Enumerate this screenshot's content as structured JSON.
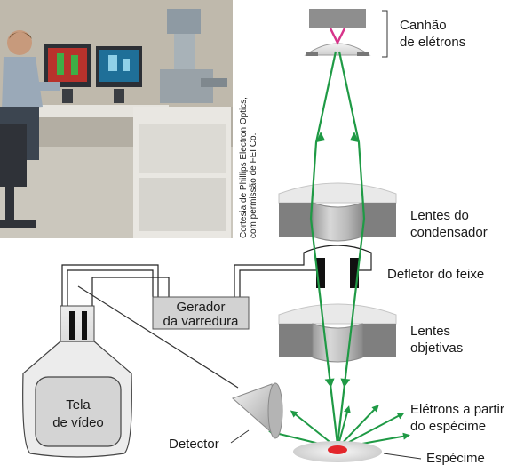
{
  "labels": {
    "gun_line1": "Canhão",
    "gun_line2": "de elétrons",
    "condenser_line1": "Lentes do",
    "condenser_line2": "condensador",
    "deflector": "Defletor do feixe",
    "objective_line1": "Lentes",
    "objective_line2": "objetivas",
    "scan_line1": "Gerador",
    "scan_line2": "da varredura",
    "electrons_line1": "Elétrons a partir",
    "electrons_line2": "do espécime",
    "specimen": "Espécime",
    "detector": "Detector",
    "screen_line1": "Tela",
    "screen_line2": "de vídeo"
  },
  "credit": {
    "line1": "Cortesia de Phillips Electron Optics,",
    "line2": "com permissão de FEI Co."
  },
  "colors": {
    "beam": "#1f9a45",
    "lens": "#8d8d8d",
    "specimen_spot": "#e3262b",
    "box": "#d2d2d2"
  }
}
